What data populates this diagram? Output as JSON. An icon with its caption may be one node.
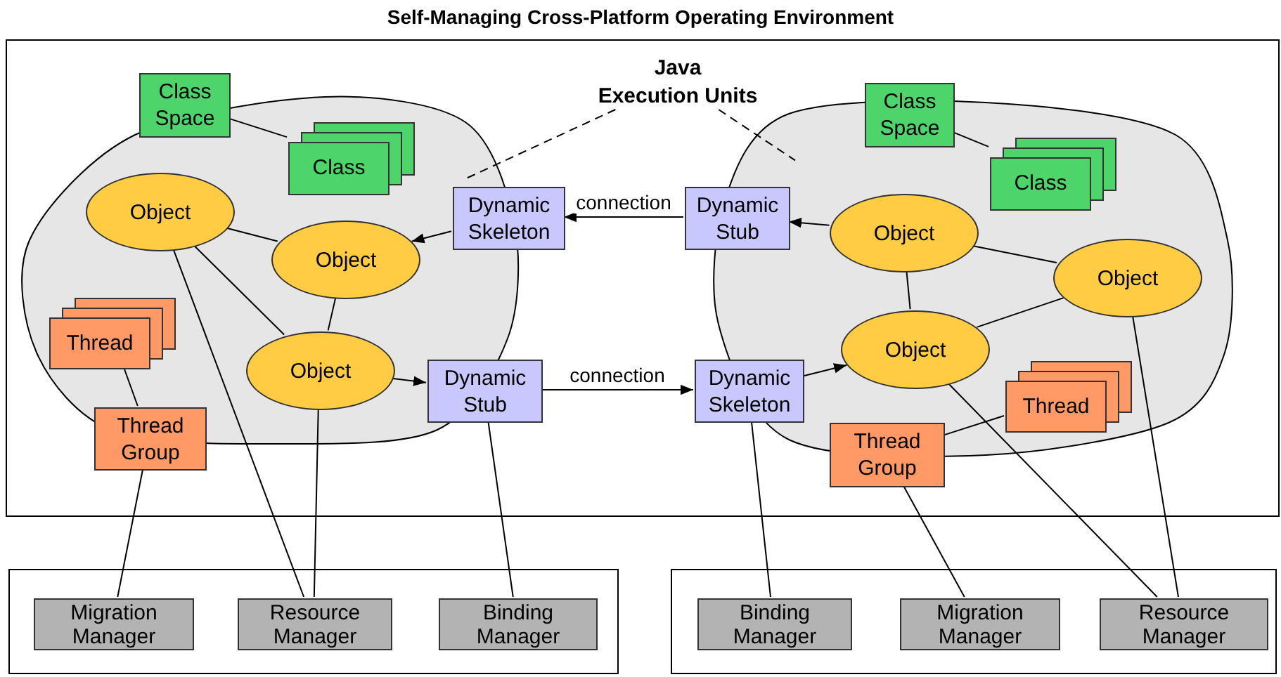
{
  "diagram": {
    "title": "Self-Managing Cross-Platform Operating Environment",
    "nodes": [
      {
        "text": [],
        "shape": "box"
      },
      {
        "text": [
          "Java Execution Units"
        ],
        "in": 0
      },
      {
        "text": [],
        "shape": "cloud",
        "in": 0
      },
      {
        "text": [
          "Class Space"
        ],
        "in": 0
      },
      {
        "text": [
          "Class"
        ],
        "in": 2
      },
      {
        "text": [
          "Object"
        ],
        "in": 2
      },
      {
        "text": [
          "Object"
        ],
        "in": 2
      },
      {
        "text": [
          "Dynamic Skeleton"
        ],
        "in": 0
      },
      {
        "text": [
          "Thread"
        ],
        "in": 2
      },
      {
        "text": [
          "Object"
        ],
        "in": 2
      },
      {
        "text": [
          "Dynamic Stub"
        ],
        "in": 0
      },
      {
        "text": [
          "Thread Group"
        ],
        "in": 0
      },
      {
        "text": [],
        "shape": "cloud",
        "in": 0
      },
      {
        "text": [
          "Class Space"
        ],
        "in": 0
      },
      {
        "text": [
          "Class"
        ],
        "in": 12
      },
      {
        "text": [
          "Dynamic Stub"
        ],
        "in": 0
      },
      {
        "text": [
          "Object"
        ],
        "in": 12
      },
      {
        "text": [
          "Object"
        ],
        "in": 12
      },
      {
        "text": [
          "Object"
        ],
        "in": 12
      },
      {
        "text": [
          "Dynamic Skeleton"
        ],
        "in": 0
      },
      {
        "text": [
          "Thread"
        ],
        "in": 12
      },
      {
        "text": [
          "Thread Group"
        ],
        "in": 0
      },
      {
        "text": [],
        "shape": "box"
      },
      {
        "text": [
          "Migration Manager"
        ],
        "in": 22
      },
      {
        "text": [
          "Resource Manager"
        ],
        "in": 22
      },
      {
        "text": [
          "Binding Manager"
        ],
        "in": 22
      },
      {
        "text": [],
        "shape": "box"
      },
      {
        "text": [
          "Binding Manager"
        ],
        "in": 26
      },
      {
        "text": [
          "Migration Manager"
        ],
        "in": 26
      },
      {
        "text": [
          "Resource Manager"
        ],
        "in": 26
      }
    ],
    "edges": [
      {
        "from": 1,
        "to": 2,
        "arrow": "none",
        "style": "dashed"
      },
      {
        "from": 1,
        "to": 12,
        "arrow": "none",
        "style": "dashed"
      },
      {
        "from": 3,
        "to": 4,
        "arrow": "none"
      },
      {
        "from": 5,
        "to": 6,
        "arrow": "none"
      },
      {
        "from": 5,
        "to": 9,
        "arrow": "none"
      },
      {
        "from": 6,
        "to": 9,
        "arrow": "none"
      },
      {
        "from": 7,
        "to": 6,
        "arrow": "to"
      },
      {
        "from": 9,
        "to": 10,
        "arrow": "to"
      },
      {
        "from": 8,
        "to": 11,
        "arrow": "none"
      },
      {
        "from": 15,
        "to": 7,
        "arrow": "to",
        "label": "connection"
      },
      {
        "from": 10,
        "to": 19,
        "arrow": "to",
        "label": "connection"
      },
      {
        "from": 19,
        "to": 18,
        "arrow": "to"
      },
      {
        "from": 16,
        "to": 15,
        "arrow": "to"
      },
      {
        "from": 16,
        "to": 17,
        "arrow": "none"
      },
      {
        "from": 16,
        "to": 18,
        "arrow": "none"
      },
      {
        "from": 18,
        "to": 17,
        "arrow": "none"
      },
      {
        "from": 13,
        "to": 14,
        "arrow": "none"
      },
      {
        "from": 20,
        "to": 21,
        "arrow": "none"
      },
      {
        "from": 11,
        "to": 23,
        "arrow": "none"
      },
      {
        "from": 5,
        "to": 24,
        "arrow": "none"
      },
      {
        "from": 9,
        "to": 24,
        "arrow": "none"
      },
      {
        "from": 10,
        "to": 25,
        "arrow": "none"
      },
      {
        "from": 19,
        "to": 27,
        "arrow": "none"
      },
      {
        "from": 21,
        "to": 28,
        "arrow": "none"
      },
      {
        "from": 18,
        "to": 29,
        "arrow": "none"
      },
      {
        "from": 17,
        "to": 29,
        "arrow": "none"
      }
    ]
  }
}
